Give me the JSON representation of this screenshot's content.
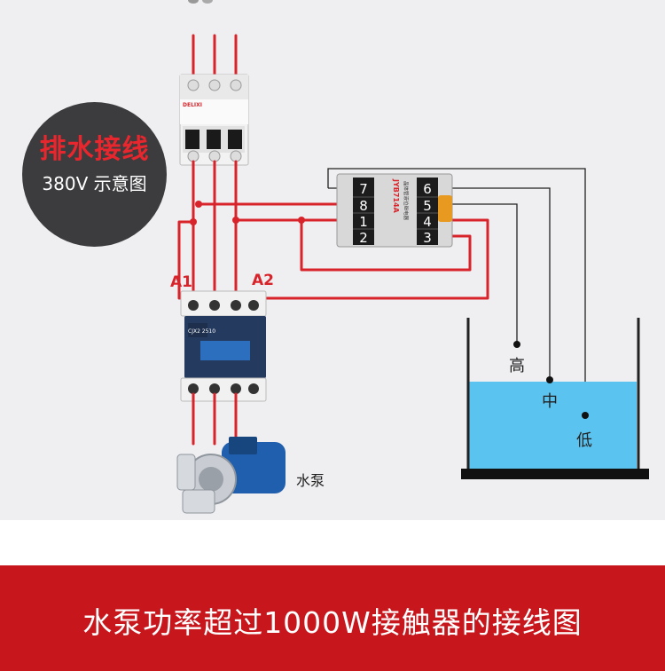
{
  "badge": {
    "title": "排水接线",
    "subtitle": "380V 示意图"
  },
  "labels": {
    "pump": "水泵",
    "level_high": "高",
    "level_mid": "中",
    "level_low": "低",
    "a1": "A1",
    "a2": "A2"
  },
  "relay": {
    "model": "JYB714A",
    "subtitle": "晶体管液位继电器",
    "left_terminals": [
      "7",
      "8",
      "1",
      "2"
    ],
    "right_terminals": [
      "6",
      "5",
      "4",
      "3"
    ]
  },
  "breaker": {
    "brand": "DELIXI"
  },
  "contactor": {
    "model": "CJX2 2510"
  },
  "footer": {
    "title": "水泵功率超过1000W接触器的接线图"
  },
  "colors": {
    "wire": "#d9232a",
    "footer_bg": "#c8161d",
    "water": "#5bc3ef",
    "badge_bg": "#3c3c3e"
  }
}
